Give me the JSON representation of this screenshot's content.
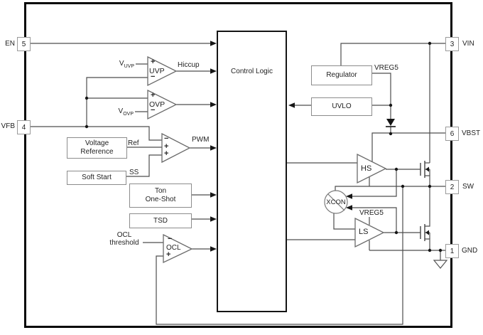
{
  "colors": {
    "wire": "#4d4d4d",
    "accent": "#161616",
    "box_border": "#8c8c8c"
  },
  "pins": {
    "en": {
      "label": "EN",
      "number": "5"
    },
    "vfb": {
      "label": "VFB",
      "number": "4"
    },
    "vin": {
      "label": "VIN",
      "number": "3"
    },
    "vbst": {
      "label": "VBST",
      "number": "6"
    },
    "sw": {
      "label": "SW",
      "number": "2"
    },
    "gnd": {
      "label": "GND",
      "number": "1"
    }
  },
  "blocks": {
    "control_logic": "Control Logic",
    "regulator": "Regulator",
    "uvlo": "UVLO",
    "voltage_reference_line1": "Voltage",
    "voltage_reference_line2": "Reference",
    "soft_start": "Soft Start",
    "ton_line1": "Ton",
    "ton_line2": "One-Shot",
    "tsd": "TSD"
  },
  "comparators": {
    "uvp": {
      "name": "UVP",
      "plus": "+",
      "minus": "−"
    },
    "ovp": {
      "name": "OVP",
      "plus": "+",
      "minus": "−"
    },
    "pwm": {
      "minus": "−",
      "plus_a": "+",
      "plus_b": "+"
    },
    "ocl": {
      "name": "OCL",
      "minus": "−",
      "plus": "+"
    }
  },
  "drivers": {
    "hs": "HS",
    "ls": "LS",
    "xcon": "XCON"
  },
  "signals": {
    "hiccup": "Hiccup",
    "pwm": "PWM",
    "ref": "Ref",
    "ss": "SS",
    "vreg5": "VREG5",
    "v_uvp_base": "V",
    "v_uvp_sub": "UVP",
    "v_ovp_base": "V",
    "v_ovp_sub": "OVP",
    "ocl_threshold_line1": "OCL",
    "ocl_threshold_line2": "threshold"
  }
}
